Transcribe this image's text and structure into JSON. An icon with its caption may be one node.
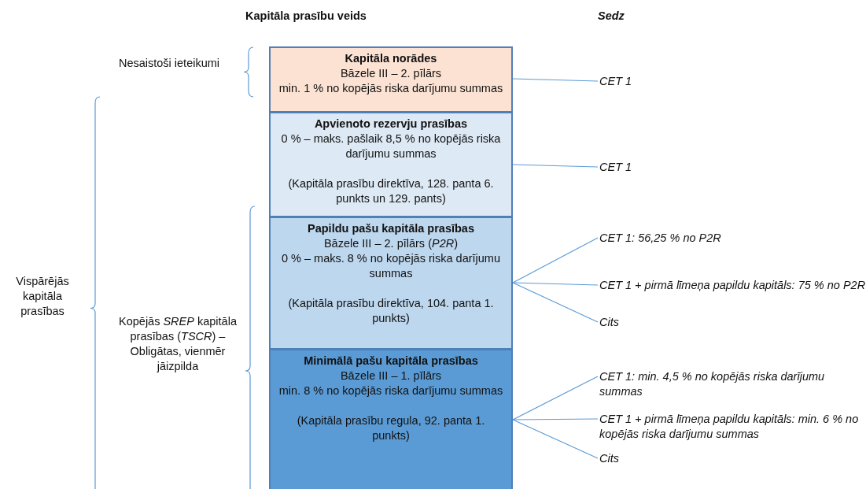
{
  "diagram": {
    "nodes": [
      {
        "text": [
          "Kapitāla norādes",
          "Bāzele III – 2. pīlārs",
          "min. 1 % no kopējās riska darījumu summas"
        ]
      },
      {
        "text": [
          "Apvienoto rezervju prasības",
          "0 % – maks. pašlaik 8,5 % no kopējās riska darījumu summas",
          "(Kapitāla prasību direktīva, 128. panta 6. punkts un 129. pants)"
        ]
      },
      {
        "text": [
          "Papildu pašu kapitāla prasības",
          "Bāzele III – 2. pīlārs (*P2R*)",
          "0 % – maks. 8 % no kopējās riska darījumu summas",
          "(Kapitāla prasību direktīva, 104. panta 1. punkts)"
        ]
      },
      {
        "text": [
          "Minimālā pašu kapitāla prasības",
          "Bāzele III – 1. pīlārs",
          "min. 8 % no kopējās riska darījumu summas",
          "(Kapitāla prasību regula, 92. panta 1. punkts)"
        ]
      },
      {
        "text": [
          "CET 1"
        ]
      },
      {
        "text": [
          "CET 1"
        ]
      },
      {
        "text": [
          "CET 1: 56,25 % no P2R"
        ]
      },
      {
        "text": [
          "CET 1 + pirmā līmeņa papildu kapitāls: 75 % no P2R"
        ]
      },
      {
        "text": [
          "Cits"
        ]
      },
      {
        "text": [
          "CET 1: min. 4,5 % no kopējās riska darījumu summas"
        ]
      },
      {
        "text": [
          "CET 1 + pirmā līmeņa papildu kapitāls: min. 6 % no kopējās riska darījumu summas"
        ]
      },
      {
        "text": [
          "Cits"
        ]
      }
    ],
    "edges": [
      {
        "from": 0,
        "to": 4,
        "arrow": "none"
      },
      {
        "from": 1,
        "to": 5,
        "arrow": "none"
      },
      {
        "from": 2,
        "to": 6,
        "arrow": "none"
      },
      {
        "from": 2,
        "to": 7,
        "arrow": "none"
      },
      {
        "from": 2,
        "to": 8,
        "arrow": "none"
      },
      {
        "from": 3,
        "to": 9,
        "arrow": "none"
      },
      {
        "from": 3,
        "to": 10,
        "arrow": "none"
      },
      {
        "from": 3,
        "to": 11,
        "arrow": "none"
      }
    ],
    "labels": [
      "Kapitāla prasību veids",
      "Sedz",
      "Nesaistoši ieteikumi",
      "Vispārējās kapitāla prasības",
      "Kopējās *SREP* kapitāla prasības (*TSCR*) – Obligātas, vienmēr jāizpilda"
    ]
  }
}
